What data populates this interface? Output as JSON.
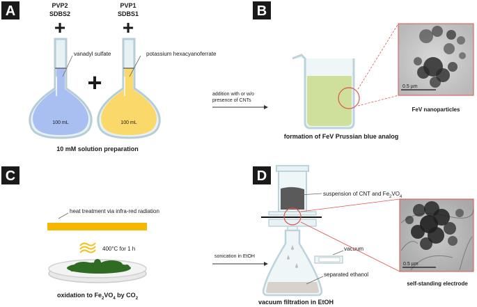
{
  "panels": {
    "a": {
      "letter": "A",
      "flask1": {
        "polymer": "PVP2",
        "surfactant": "SDBS2",
        "plus": "+",
        "reagent": "vanadyl sulfate",
        "volume": "100 mL"
      },
      "flask2": {
        "polymer": "PVP1",
        "surfactant": "SDBS1",
        "plus": "+",
        "reagent": "potassium hexacyanoferrate",
        "volume": "100 mL"
      },
      "mix_plus": "+",
      "caption": "10 mM solution preparation"
    },
    "b": {
      "letter": "B",
      "arrow_label_line1": "addition with or w/o",
      "arrow_label_line2": "presence of CNTs",
      "caption": "formation of FeV Prussian blue analog",
      "image_caption": "FeV nanoparticles",
      "scale_bar": "0.5 µm"
    },
    "c": {
      "letter": "C",
      "lamp_label": "heat treatment via infra-red radiation",
      "condition": "400°C for 1 h",
      "caption_prefix": "oxidation to Fe",
      "caption_sub1": "2",
      "caption_mid": "VO",
      "caption_sub2": "4",
      "caption_suffix": " by CO",
      "caption_sub3": "2"
    },
    "d": {
      "letter": "D",
      "arrow_label": "sonication in EtOH",
      "suspension_prefix": "suspension of CNT and Fe",
      "suspension_sub1": "2",
      "suspension_mid": "VO",
      "suspension_sub2": "4",
      "vacuum_label": "vacuum",
      "ethanol_label": "separated ethanol",
      "caption": "vacuum filtration in EtOH",
      "image_caption": "self-standing electrode",
      "scale_bar": "0.5 µm"
    }
  },
  "colors": {
    "panel_letter_bg": "#1a1a1a",
    "flask_blue": "#a9bff2",
    "flask_yellow": "#fbd86a",
    "glass": "#cfe6ee",
    "beaker_liquid": "#cfe09a",
    "highlight_red": "#e0524f",
    "lamp": "#f5b800",
    "heat": "#f2c21a",
    "powder": "#2f6b22",
    "tem_bg": "#c8c8c8",
    "tem_dark": "#2a2a2a"
  }
}
